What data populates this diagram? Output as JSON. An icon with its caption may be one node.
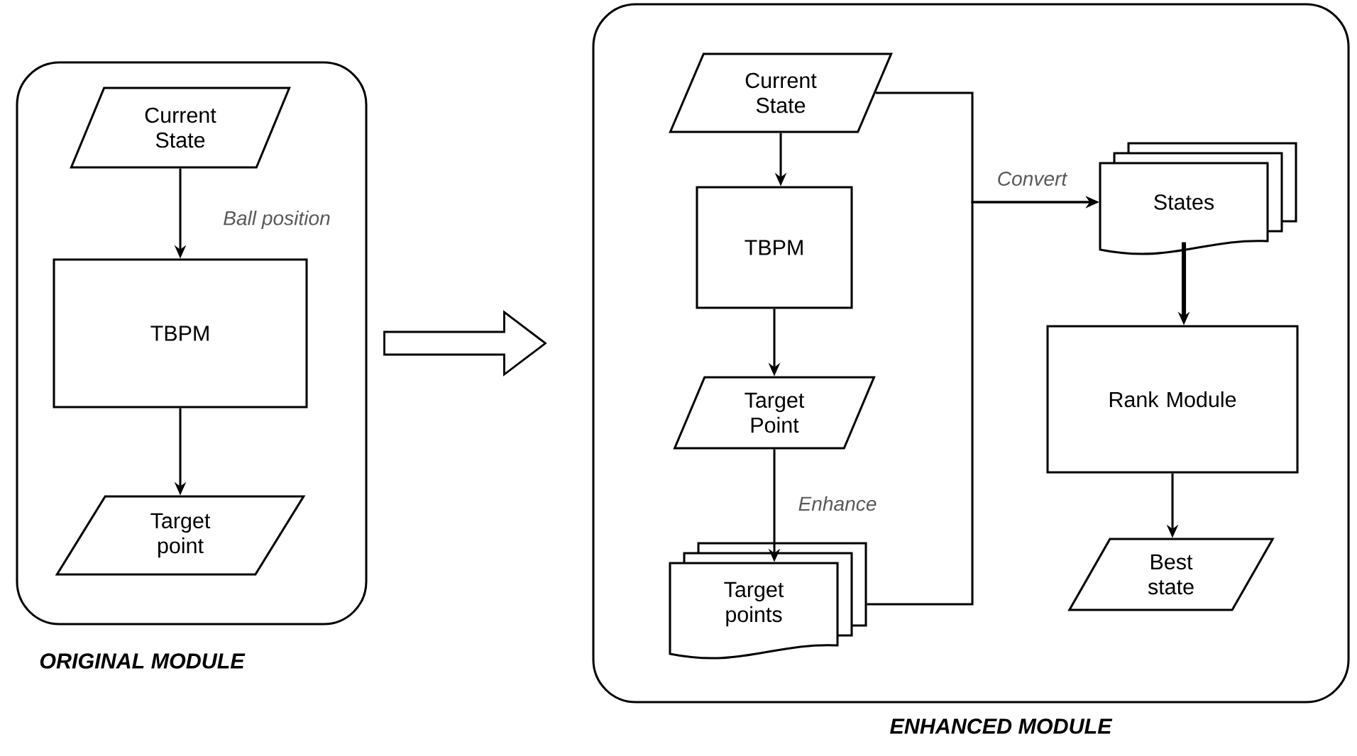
{
  "diagram": {
    "nodes": [
      {
        "text": [
          "ORIGINAL MODULE"
        ]
      },
      {
        "text": [
          "Current State"
        ],
        "in": 0
      },
      {
        "text": [
          "TBPM"
        ],
        "in": 0
      },
      {
        "text": [
          "Target point"
        ],
        "in": 0
      },
      {
        "text": [
          "ENHANCED MODULE"
        ]
      },
      {
        "text": [
          "Current State"
        ],
        "in": 4
      },
      {
        "text": [
          "TBPM"
        ],
        "in": 4
      },
      {
        "text": [
          "Target Point"
        ],
        "in": 4
      },
      {
        "text": [
          "Target points"
        ],
        "in": 4
      },
      {
        "text": [
          "States"
        ],
        "in": 4
      },
      {
        "text": [
          "Rank Module"
        ],
        "in": 4
      },
      {
        "text": [
          "Best state"
        ],
        "in": 4
      }
    ],
    "edges": [
      {
        "from": 1,
        "to": 2,
        "arrow": "to",
        "label": "Ball position"
      },
      {
        "from": 2,
        "to": 3,
        "arrow": "to"
      },
      {
        "from": 0,
        "to": 4,
        "arrow": "to"
      },
      {
        "from": 5,
        "to": 6,
        "arrow": "to"
      },
      {
        "from": 6,
        "to": 7,
        "arrow": "to"
      },
      {
        "from": 7,
        "to": 8,
        "arrow": "to",
        "label": "Enhance"
      },
      {
        "from": 5,
        "to": 9,
        "arrow": "to",
        "label": "Convert"
      },
      {
        "from": 8,
        "to": 9,
        "arrow": "to"
      },
      {
        "from": 9,
        "to": 10,
        "arrow": "to",
        "style": "thick"
      },
      {
        "from": 10,
        "to": 11,
        "arrow": "to"
      }
    ]
  }
}
